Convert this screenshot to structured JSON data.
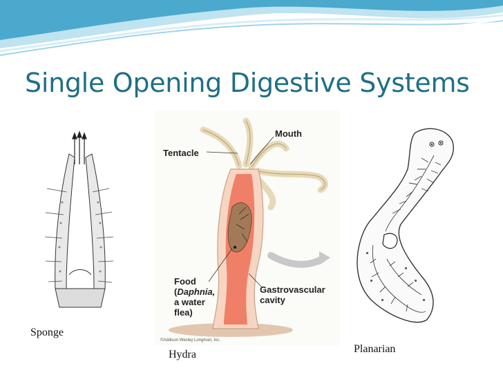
{
  "slide": {
    "title": "Single Opening Digestive Systems"
  },
  "panels": {
    "sponge": {
      "caption": "Sponge"
    },
    "hydra": {
      "caption": "Hydra",
      "labels": {
        "mouth": "Mouth",
        "tentacle": "Tentacle",
        "food_line1": "Food",
        "food_line2_open": "(",
        "food_line2_italic": "Daphnia,",
        "food_line3": "a water",
        "food_line4": "flea)",
        "gv_line1": "Gastrovascular",
        "gv_line2": "cavity"
      },
      "copyright": "©Addison Wesley Longman, Inc."
    },
    "planarian": {
      "caption": "Planarian"
    }
  },
  "colors": {
    "title": "#1f6f84",
    "wave_dark": "#3fa3c6",
    "wave_light": "#b9e1ef",
    "hydra_cavity": "#ef8067",
    "hydra_wall": "#f6d6c2",
    "hydra_bg": "#fbfbf8"
  }
}
